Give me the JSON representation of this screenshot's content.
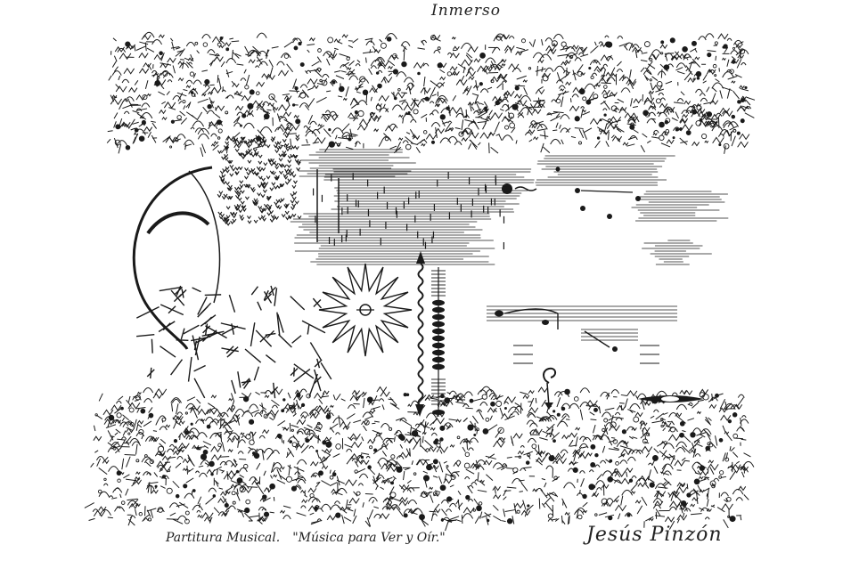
{
  "title": "Inmerso",
  "caption": {
    "label": "Partitura Musical.",
    "quote": "\"Música para Ver y Oír.\""
  },
  "signature": "Jesús Pinzón",
  "colors": {
    "ink": "#1a1a1a",
    "paper": "#ffffff"
  }
}
